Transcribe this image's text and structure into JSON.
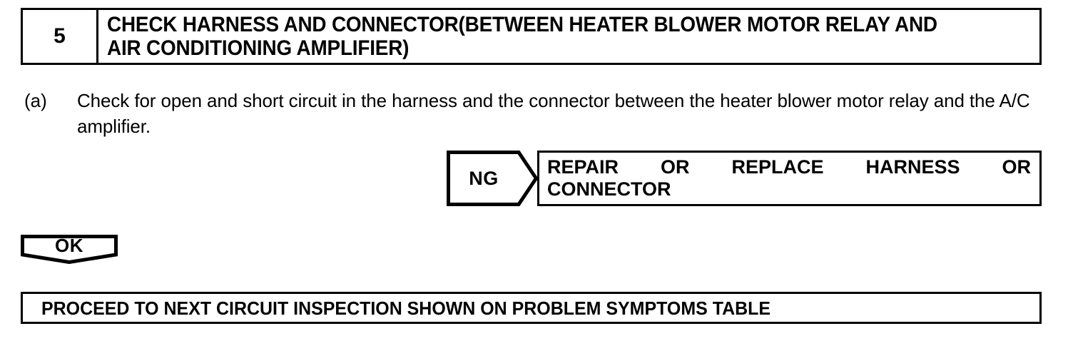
{
  "document": {
    "type": "automotive-diagnostic-flowchart"
  },
  "step_header": {
    "number": "5",
    "title": "CHECK HARNESS AND CONNECTOR(BETWEEN HEATER BLOWER MOTOR RELAY AND AIR CONDITIONING AMPLIFIER)"
  },
  "instruction": {
    "marker": "(a)",
    "text": "Check for open and short circuit in the harness and the connector between the heater blower motor relay and the A/C amplifier."
  },
  "branches": {
    "ng": {
      "label": "NG",
      "result_line_1": "REPAIR OR REPLACE HARNESS OR",
      "result_line_2": "CONNECTOR",
      "result_full": "REPAIR OR REPLACE HARNESS OR CONNECTOR"
    },
    "ok": {
      "label": "OK",
      "result": "PROCEED TO NEXT CIRCUIT INSPECTION SHOWN ON PROBLEM SYMPTOMS TABLE"
    }
  },
  "colors": {
    "ink": "#000000",
    "paper": "#ffffff"
  }
}
